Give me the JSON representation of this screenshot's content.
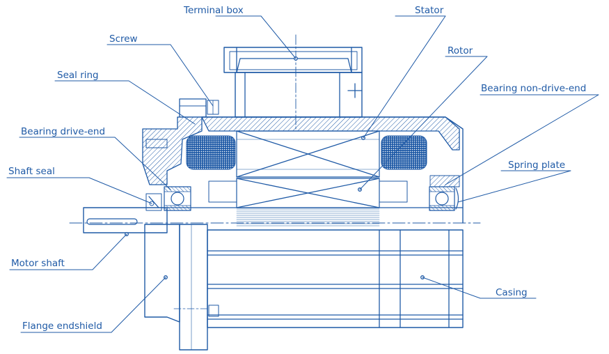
{
  "colors": {
    "line": "#1f5aa6",
    "label": "#1f5aa6",
    "hatch": "#1f5aa6",
    "background": "#ffffff"
  },
  "labels": {
    "terminal_box": "Terminal box",
    "stator": "Stator",
    "screw": "Screw",
    "rotor": "Rotor",
    "seal_ring": "Seal ring",
    "bearing_non_drive_end": "Bearing non-drive-end",
    "bearing_drive_end": "Bearing drive-end",
    "spring_plate": "Spring plate",
    "shaft_seal": "Shaft seal",
    "motor_shaft": "Motor shaft",
    "casing": "Casing",
    "flange_endshield": "Flange endshield"
  }
}
